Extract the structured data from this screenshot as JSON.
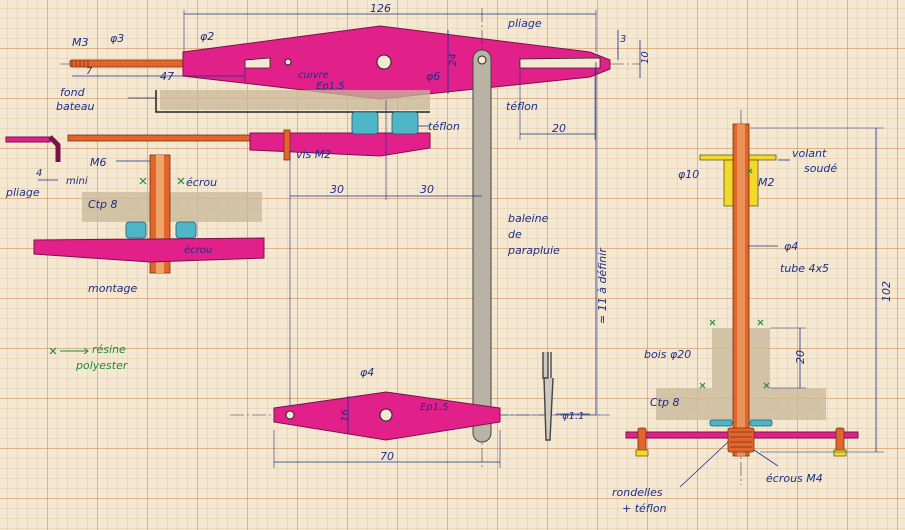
{
  "labels": {
    "dim_126": "126",
    "pliage_top": "pliage",
    "m3": "M3",
    "phi3": "φ3",
    "phi2": "φ2",
    "dim_7": "7",
    "dim_47": "47",
    "cuivre": "cuivre",
    "ep15_top": "Ep1.5",
    "phi6": "φ6",
    "dim_24": "24",
    "dim_3": "3",
    "dim_10": "10",
    "fond_bateau": "fond\nbateau",
    "teflon_top": "téflon",
    "dim_20_top": "20",
    "teflon_mid": "téflon",
    "vis_m2": "vis M2",
    "dim_4": "4",
    "mini": "mini",
    "pliage_left": "pliage",
    "m6": "M6",
    "ecrou_top": "écrou",
    "ctp8_left": "Ctp 8",
    "ecrou_bottom": "écrou",
    "montage": "montage",
    "dim_30a": "30",
    "dim_30b": "30",
    "baleine": "baleine\nde\nparapluie",
    "a_definir": "≃ 11 à définir",
    "resine": "résine\npolyester",
    "phi4_bot": "φ4",
    "ep15_bot": "Ep1.5",
    "dim_16": "16",
    "dim_70": "70",
    "phi11": "φ1.1",
    "volant": "volant\nsoudé",
    "phi10": "φ10",
    "m2_right": "M2",
    "phi4_right": "φ4",
    "tube": "tube 4x5",
    "dim_102": "102",
    "bois": "bois φ20",
    "dim_20_right": "20",
    "ctp8_right": "Ctp 8",
    "rondelles": "rondelles\n+ téflon",
    "ecrous": "écrous M4"
  },
  "colors": {
    "ink": "#1d2f8a",
    "pink": "#e1208a",
    "orange": "#e0662c",
    "teflon": "#4fb6c8",
    "green": "#1e8a3c",
    "yellow": "#f2d92a"
  }
}
